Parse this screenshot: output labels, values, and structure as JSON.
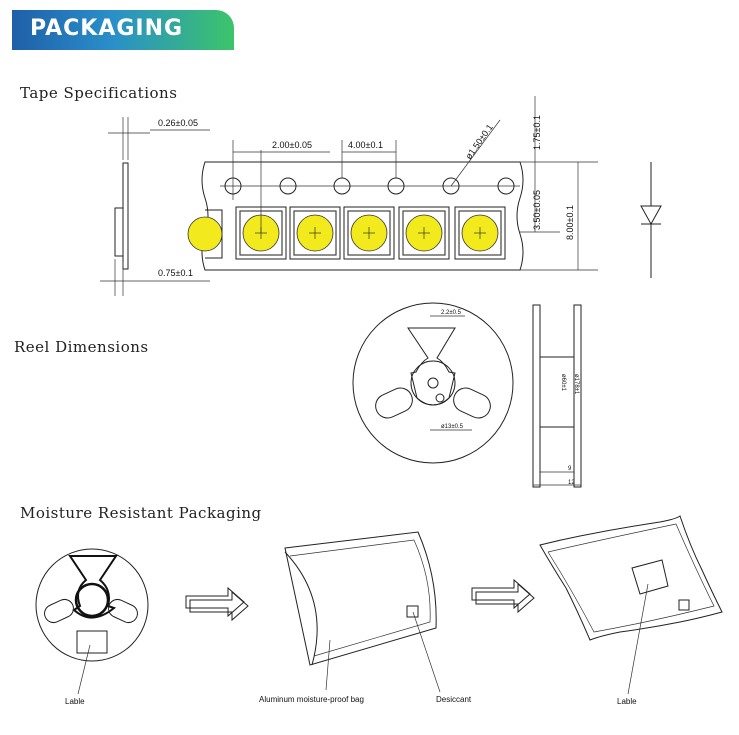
{
  "header": {
    "title": "PACKAGING"
  },
  "sections": {
    "tape": "Tape Specifications",
    "reel": "Reel Dimensions",
    "moisture": "Moisture Resistant Packaging"
  },
  "tape_dims": {
    "thickness": "0.26±0.05",
    "pitch_small": "2.00±0.05",
    "pitch": "4.00±0.1",
    "hole": "ø1.50±0.1",
    "edge": "1.75±0.1",
    "center": "3.50±0.05",
    "width": "8.00±0.1",
    "bottom": "0.75±0.1"
  },
  "reel_dims": {
    "top": "2.2±0.5",
    "hub": "ø13±0.5",
    "inner": "ø60±1",
    "outer": "ø178±1",
    "w9": "9",
    "w12": "12"
  },
  "packaging_labels": {
    "lable1": "Lable",
    "bag": "Aluminum moisture-proof bag",
    "desiccant": "Desiccant",
    "lable2": "Lable"
  },
  "colors": {
    "led_yellow": "#f2ea1d",
    "banner_start": "#1f5fa8",
    "banner_end": "#3cc46a"
  }
}
